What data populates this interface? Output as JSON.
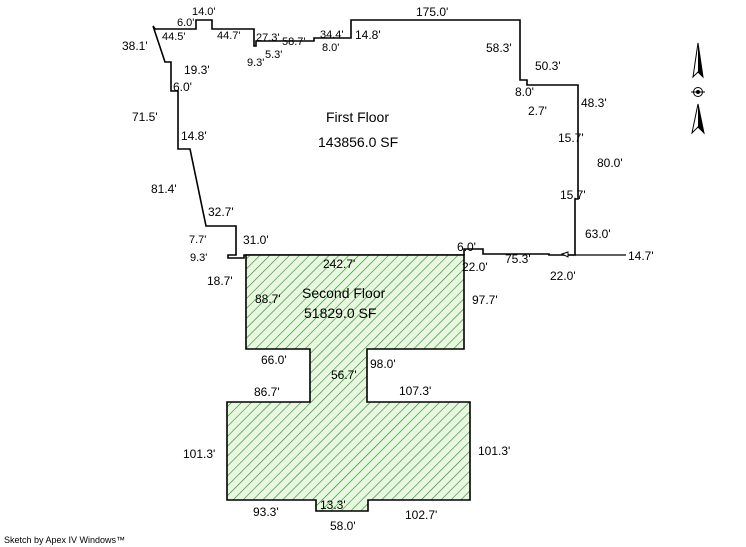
{
  "floors": {
    "first": {
      "name": "First Floor",
      "area": "143856.0 SF"
    },
    "second": {
      "name": "Second Floor",
      "area": "51829.0 SF"
    }
  },
  "dimensions": {
    "d_14_0": "14.0'",
    "d_6_0a": "6.0'",
    "d_175_0": "175.0'",
    "d_38_1": "38.1'",
    "d_44_5": "44.5'",
    "d_44_7": "44.7'",
    "d_27_3": "27.3'",
    "d_58_7": "58.7'",
    "d_34_4": "34.4'",
    "d_14_8a": "14.8'",
    "d_9_3a": "9.3'",
    "d_5_3": "5.3'",
    "d_8_0a": "8.0'",
    "d_58_3": "58.3'",
    "d_50_3": "50.3'",
    "d_19_3": "19.3'",
    "d_6_0b": "6.0'",
    "d_8_0b": "8.0'",
    "d_2_7": "2.7'",
    "d_48_3": "48.3'",
    "d_71_5": "71.5'",
    "d_14_8b": "14.8'",
    "d_15_7a": "15.7'",
    "d_80_0": "80.0'",
    "d_81_4": "81.4'",
    "d_15_7b": "15.7'",
    "d_32_7": "32.7'",
    "d_63_0": "63.0'",
    "d_7_7": "7.7'",
    "d_31_0": "31.0'",
    "d_6_0c": "6.0'",
    "d_9_3b": "9.3'",
    "d_242_7": "242.7'",
    "d_22_0a": "22.0'",
    "d_75_3": "75.3'",
    "d_14_7": "14.7'",
    "d_22_0b": "22.0'",
    "d_18_7": "18.7'",
    "d_88_7": "88.7'",
    "d_97_7": "97.7'",
    "d_66_0": "66.0'",
    "d_98_0": "98.0'",
    "d_56_7": "56.7'",
    "d_86_7": "86.7'",
    "d_107_3": "107.3'",
    "d_101_3a": "101.3'",
    "d_101_3b": "101.3'",
    "d_13_3": "13.3'",
    "d_93_3": "93.3'",
    "d_102_7": "102.7'",
    "d_58_0": "58.0'"
  },
  "footer": {
    "credit": "Sketch by Apex IV Windows™"
  },
  "colors": {
    "outline": "#000000",
    "second_floor_fill": "#e9f7e0",
    "hatch": "#1f8a1f"
  },
  "icons": {
    "compass": "north-arrow-icon"
  }
}
